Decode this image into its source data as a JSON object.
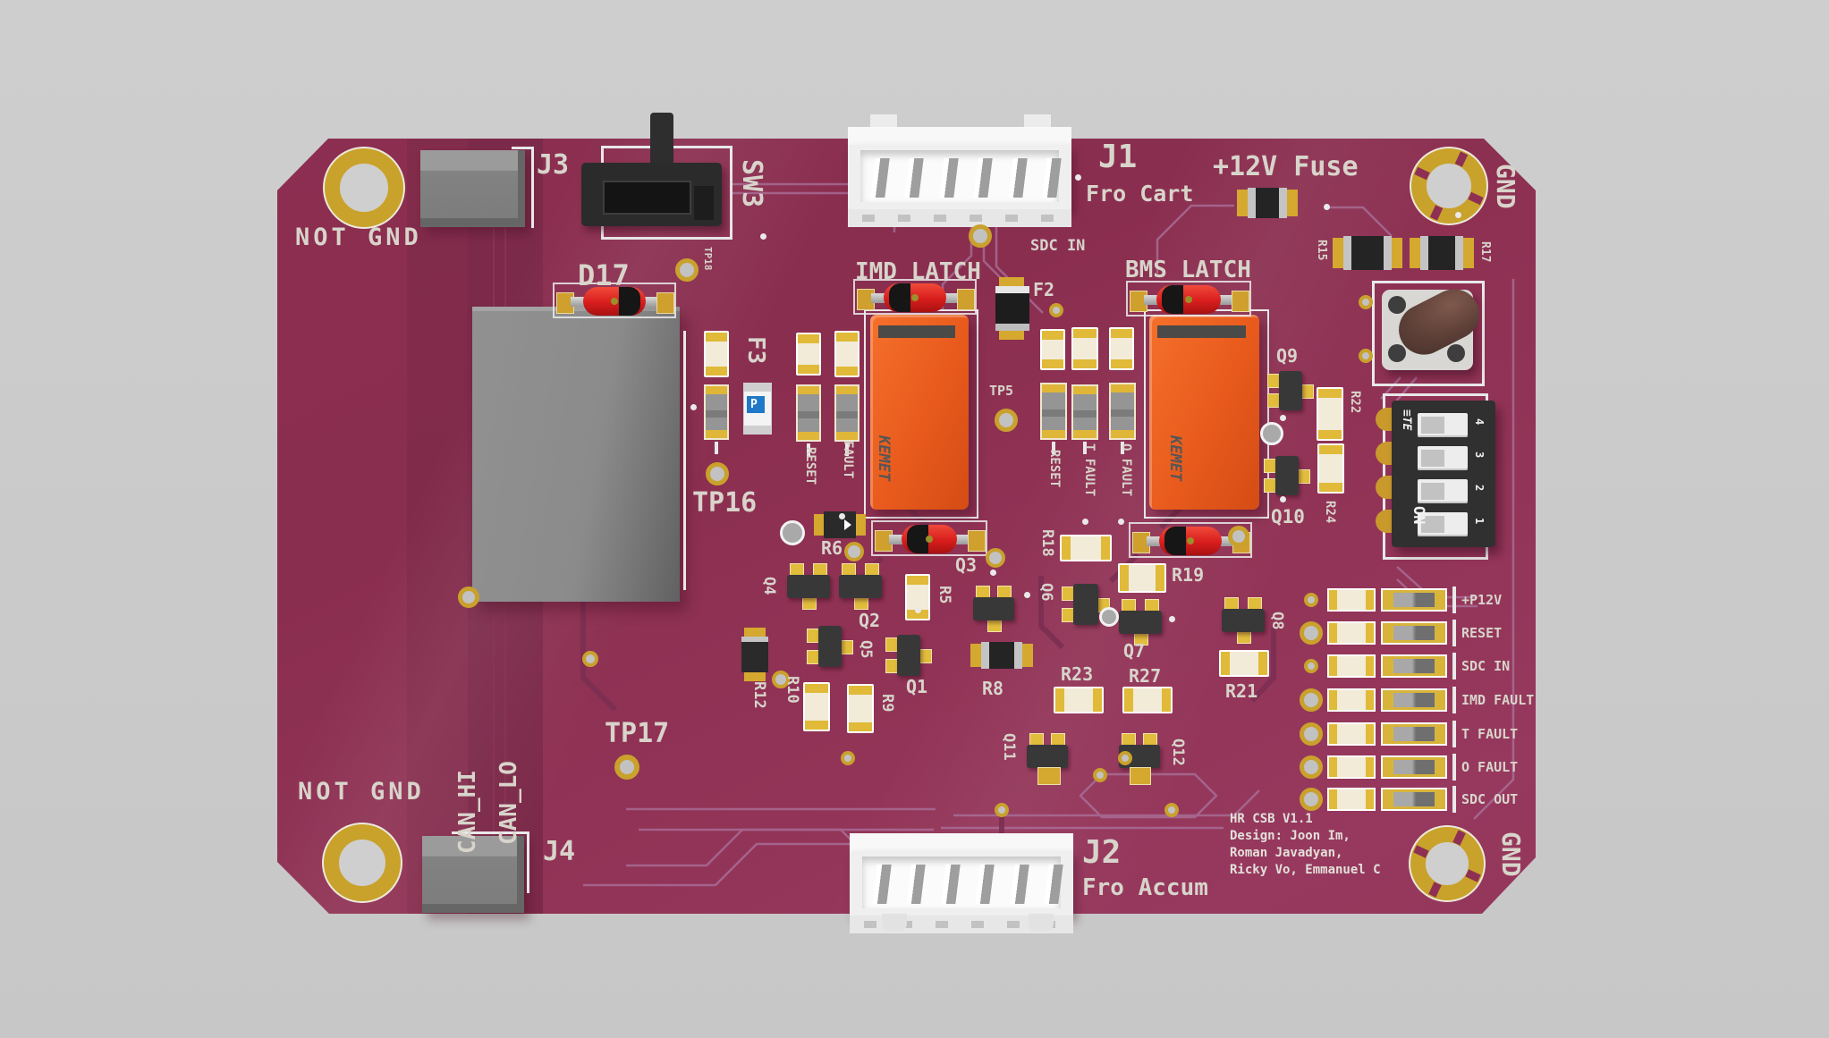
{
  "colors": {
    "background": "#C9C9C9",
    "board": "#8D2F52",
    "board_dark_band": "#7C2A49",
    "silkscreen": "#D8D4CB",
    "relay_orange": "#EA5B1E",
    "pad_gold": "#C9A12C",
    "diode_red": "#D92020"
  },
  "silkscreen": {
    "not_gnd_tl": "NOT GND",
    "j3": "J3",
    "sw3": "SW3",
    "d17": "D17",
    "tp18": "TP18",
    "j1": "J1",
    "fro_cart": "Fro Cart",
    "sdc_in_tp": "SDC IN",
    "fuse_12v": "+12V Fuse",
    "gnd_tr": "GND",
    "r15": "R15",
    "r17": "R17",
    "imd_latch": "IMD LATCH",
    "bms_latch": "BMS LATCH",
    "f2": "F2",
    "f3": "F3",
    "f3_mark": "P",
    "kemet_imd": "KEMET",
    "kemet_bms": "KEMET",
    "reset_imd": "RESET",
    "fault_imd": "FAULT",
    "reset_bms": "RESET",
    "t_fault_bms": "T FAULT",
    "o_fault_bms": "O FAULT",
    "tp5": "TP5",
    "tp16": "TP16",
    "tp17": "TP17",
    "q1": "Q1",
    "q2": "Q2",
    "q3": "Q3",
    "q4": "Q4",
    "q5": "Q5",
    "q6": "Q6",
    "q7": "Q7",
    "q8": "Q8",
    "q9": "Q9",
    "q10": "Q10",
    "q11": "Q11",
    "q12": "Q12",
    "r5": "R5",
    "r6": "R6",
    "r8": "R8",
    "r9": "R9",
    "r10": "R10",
    "r12": "R12",
    "r18": "R18",
    "r19": "R19",
    "r21": "R21",
    "r22": "R22",
    "r23": "R23",
    "r24": "R24",
    "r27": "R27",
    "j2": "J2",
    "fro_accum": "Fro Accum",
    "not_gnd_bl": "NOT GND",
    "can_hi": "CAN_HI",
    "can_lo": "CAN_LO",
    "j4": "J4",
    "gnd_br": "GND"
  },
  "dip_switch": {
    "brand": "TE",
    "on_label": "ON",
    "positions": [
      "1",
      "2",
      "3",
      "4"
    ]
  },
  "status_leds": [
    "+P12V",
    "RESET",
    "SDC IN",
    "IMD FAULT",
    "T FAULT",
    "O FAULT",
    "SDC OUT"
  ],
  "title_block": {
    "lines": [
      "HR CSB V1.1",
      "Design: Joon Im,",
      "Roman Javadyan,",
      "Ricky Vo, Emmanuel C"
    ]
  }
}
